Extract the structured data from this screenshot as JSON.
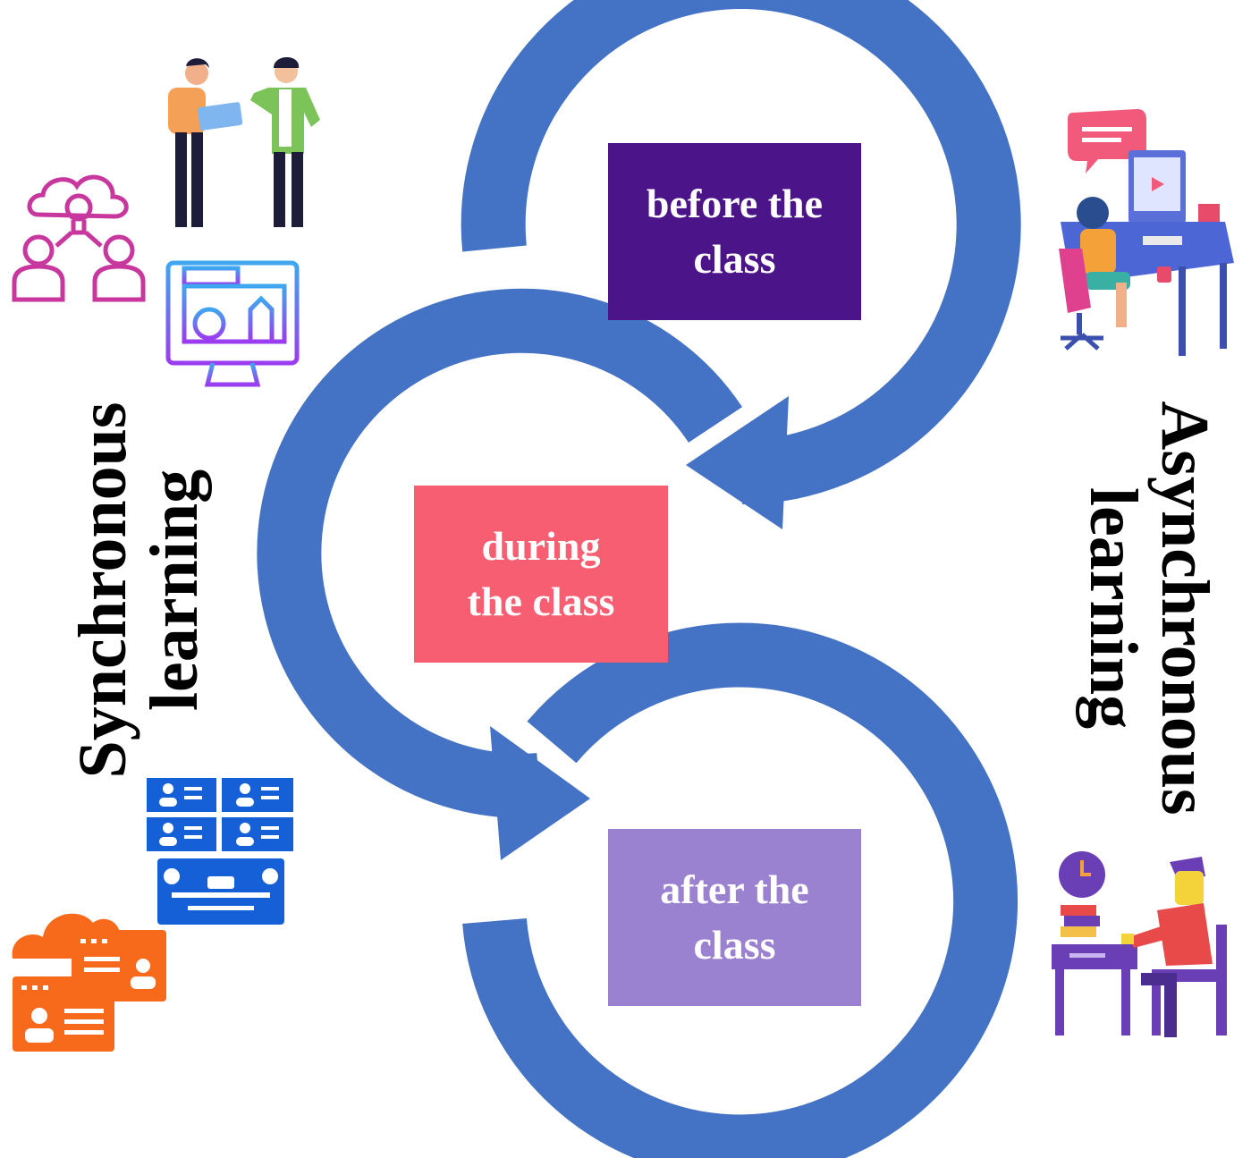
{
  "phases": {
    "before": {
      "line1": "before the",
      "line2": "class"
    },
    "during": {
      "line1": "during",
      "line2": "the class"
    },
    "after": {
      "line1": "after the",
      "line2": "class"
    }
  },
  "labels": {
    "synchronous": {
      "line1": "Synchronous",
      "line2": "learning"
    },
    "asynchronous": {
      "line1": "Asynchronous",
      "line2": "learning"
    }
  },
  "colors": {
    "arrow": "#4472c4",
    "before_box": "#4b1488",
    "during_box": "#f75e72",
    "after_box": "#9b82d0"
  },
  "icons": {
    "left": [
      "idea-team-icon",
      "two-people-discussion-icon",
      "monitor-design-icon",
      "video-conference-icon",
      "cloud-profiles-icon"
    ],
    "right": [
      "student-computer-desk-icon",
      "student-writing-desk-icon"
    ]
  }
}
